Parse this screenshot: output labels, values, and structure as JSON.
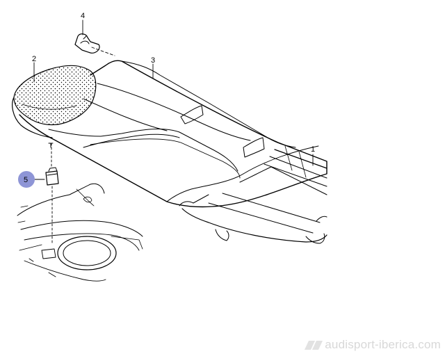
{
  "callouts": [
    {
      "id": "1",
      "label": "1",
      "highlighted": false
    },
    {
      "id": "2",
      "label": "2",
      "highlighted": false
    },
    {
      "id": "3",
      "label": "3",
      "highlighted": false
    },
    {
      "id": "4",
      "label": "4",
      "highlighted": false
    },
    {
      "id": "5",
      "label": "5",
      "highlighted": true
    }
  ],
  "watermark": {
    "text": "audisport-iberica.com"
  },
  "colors": {
    "line": "#000000",
    "highlight": "#8e95d6",
    "watermark": "#d8d8d8"
  }
}
